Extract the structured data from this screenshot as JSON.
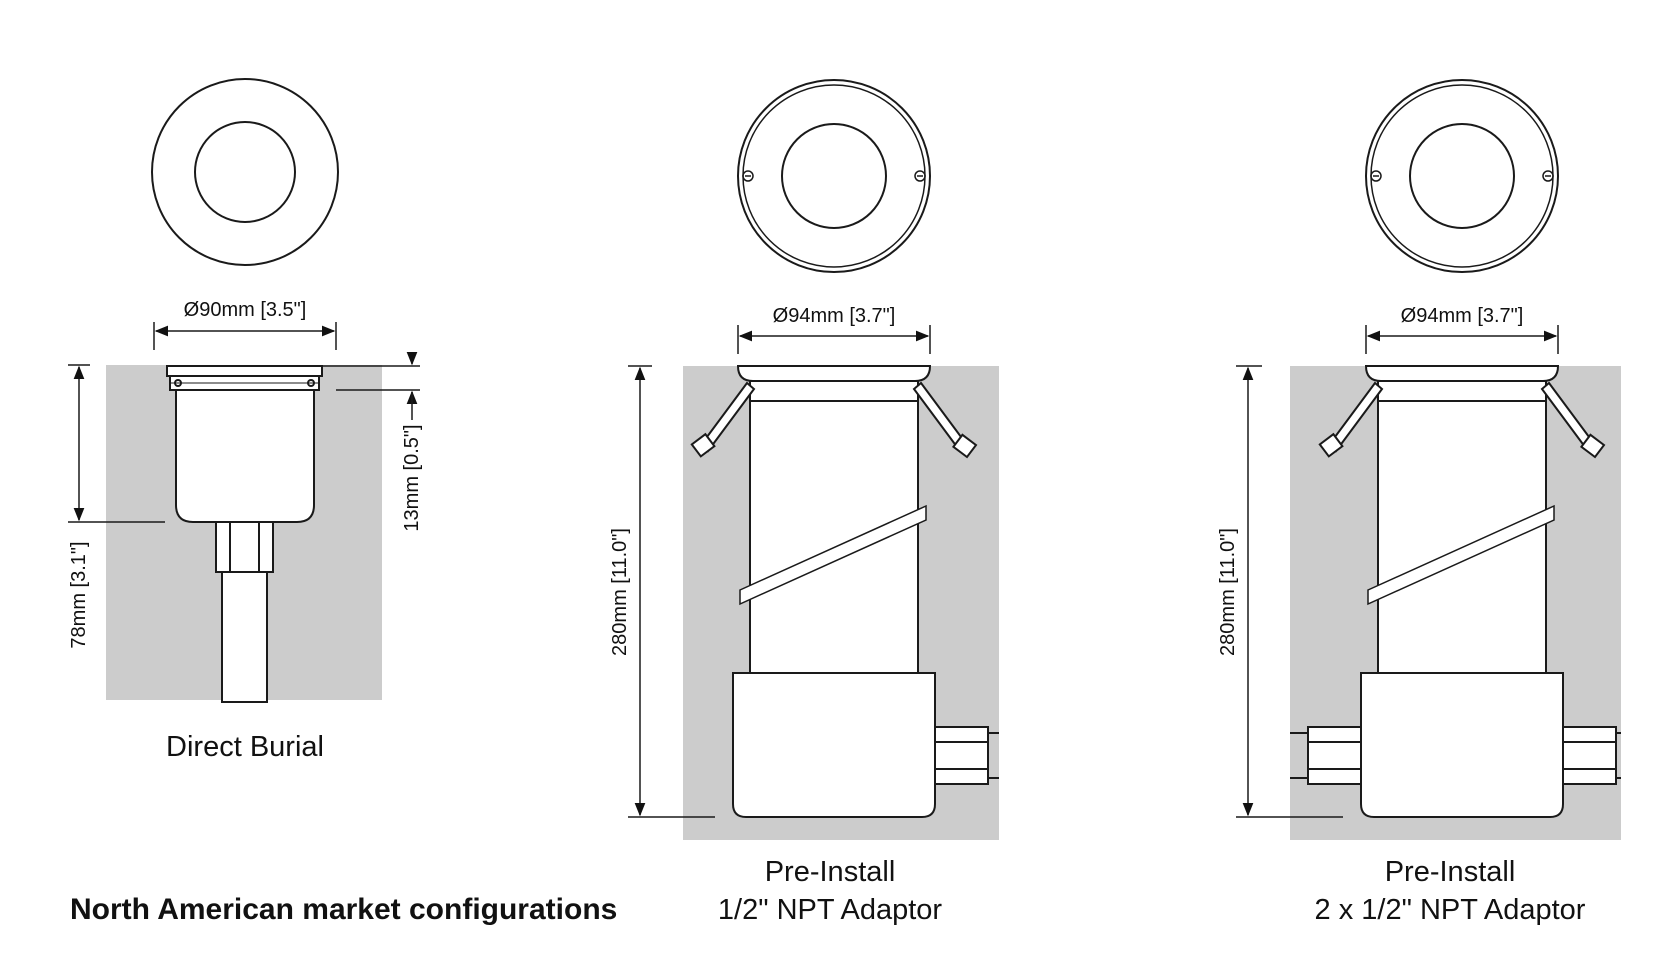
{
  "configurations": [
    {
      "id": "direct-burial",
      "name": "Direct Burial",
      "diameter_label": "Ø90mm [3.5\"]",
      "depth_label": "78mm [3.1\"]",
      "flange_label": "13mm [0.5\"]"
    },
    {
      "id": "pre-install-single",
      "name_line1": "Pre-Install",
      "name_line2": "1/2\" NPT Adaptor",
      "diameter_label": "Ø94mm [3.7\"]",
      "depth_label": "280mm [11.0\"]"
    },
    {
      "id": "pre-install-double",
      "name_line1": "Pre-Install",
      "name_line2": "2 x 1/2\" NPT Adaptor",
      "diameter_label": "Ø94mm [3.7\"]",
      "depth_label": "280mm [11.0\"]"
    }
  ],
  "footer_title": "North American market configurations",
  "colors": {
    "ground": "#cccccc",
    "line": "#1a1a1a",
    "background": "#ffffff"
  }
}
